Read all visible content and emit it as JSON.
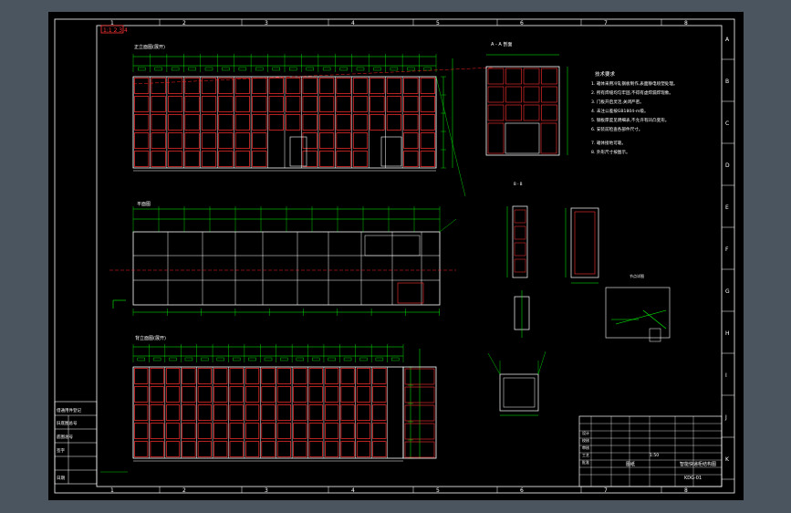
{
  "colors": {
    "background": "#4a5560",
    "sheet": "#000000",
    "frame": "#ffffff",
    "dimension": "#00ff00",
    "structure": "#ffffff",
    "panel": "#ff3030",
    "centerline": "#ff2020",
    "notes": "#ffffff",
    "stamp": "#ff3333"
  },
  "sheet": {
    "stamp_text": "1:1 2 3 4",
    "col_labels": [
      "1",
      "2",
      "3",
      "4",
      "5",
      "6",
      "7",
      "8"
    ],
    "row_labels": [
      "A",
      "B",
      "C",
      "D",
      "E",
      "F",
      "G",
      "H",
      "I",
      "J",
      "K"
    ]
  },
  "views": {
    "front_label": "正立面图(展开)",
    "middle_label": "平面图",
    "bottom_label": "背立面图(展开)",
    "section_a_label": "A - A 剖面",
    "section_b_label": "B - B",
    "node_label": "节点详图"
  },
  "notes": {
    "heading": "技术要求",
    "lines": [
      "1. 箱体采用冷轧钢板制作,表面静电喷塑处理。",
      "2. 所有焊缝均匀牢固,不得有虚焊漏焊现象。",
      "3. 门板开启灵活,关闭严密。",
      "4. 未注公差按GB1804-m级。",
      "5. 钢板厚度见明细表,不允许有凹凸变形。",
      "6. 安装前检查各部件尺寸。",
      "7. 箱体接地可靠。",
      "8. 外形尺寸按图示。"
    ]
  },
  "title_block": {
    "drawing_name": "智能快递柜结构图",
    "scale": "1:50",
    "drawing_no": "KDG-01",
    "company": "图纸",
    "rows": [
      "设计",
      "校核",
      "审核",
      "工艺",
      "批准"
    ]
  },
  "left_block": {
    "rows": [
      "借通用件登记",
      "旧底图总号",
      "底图总号",
      "签字",
      "日期"
    ]
  }
}
